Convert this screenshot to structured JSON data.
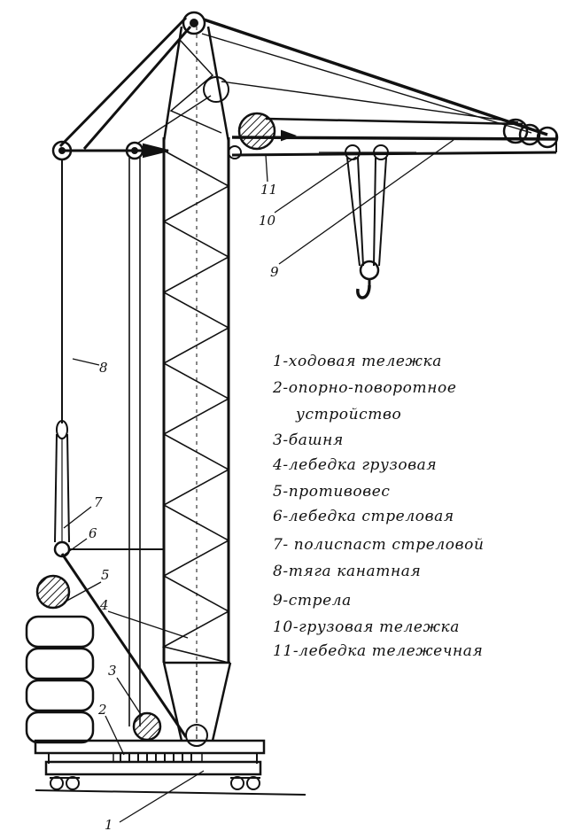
{
  "colors": {
    "ink": "#111111",
    "paper": "#ffffff"
  },
  "callouts": [
    "1",
    "2",
    "3",
    "4",
    "5",
    "6",
    "7",
    "8",
    "9",
    "10",
    "11"
  ],
  "legend": [
    "1-ходовая  тележка",
    "2-опорно-поворотное",
    "устройство",
    "3-башня",
    "4-лебедка грузовая",
    "5-противовес",
    "6-лебедка стреловая",
    "7- полиспаст стреловой",
    "8-тяга канатная",
    "9-стрела",
    "10-грузовая тележка",
    "11-лебедка тележечная"
  ]
}
